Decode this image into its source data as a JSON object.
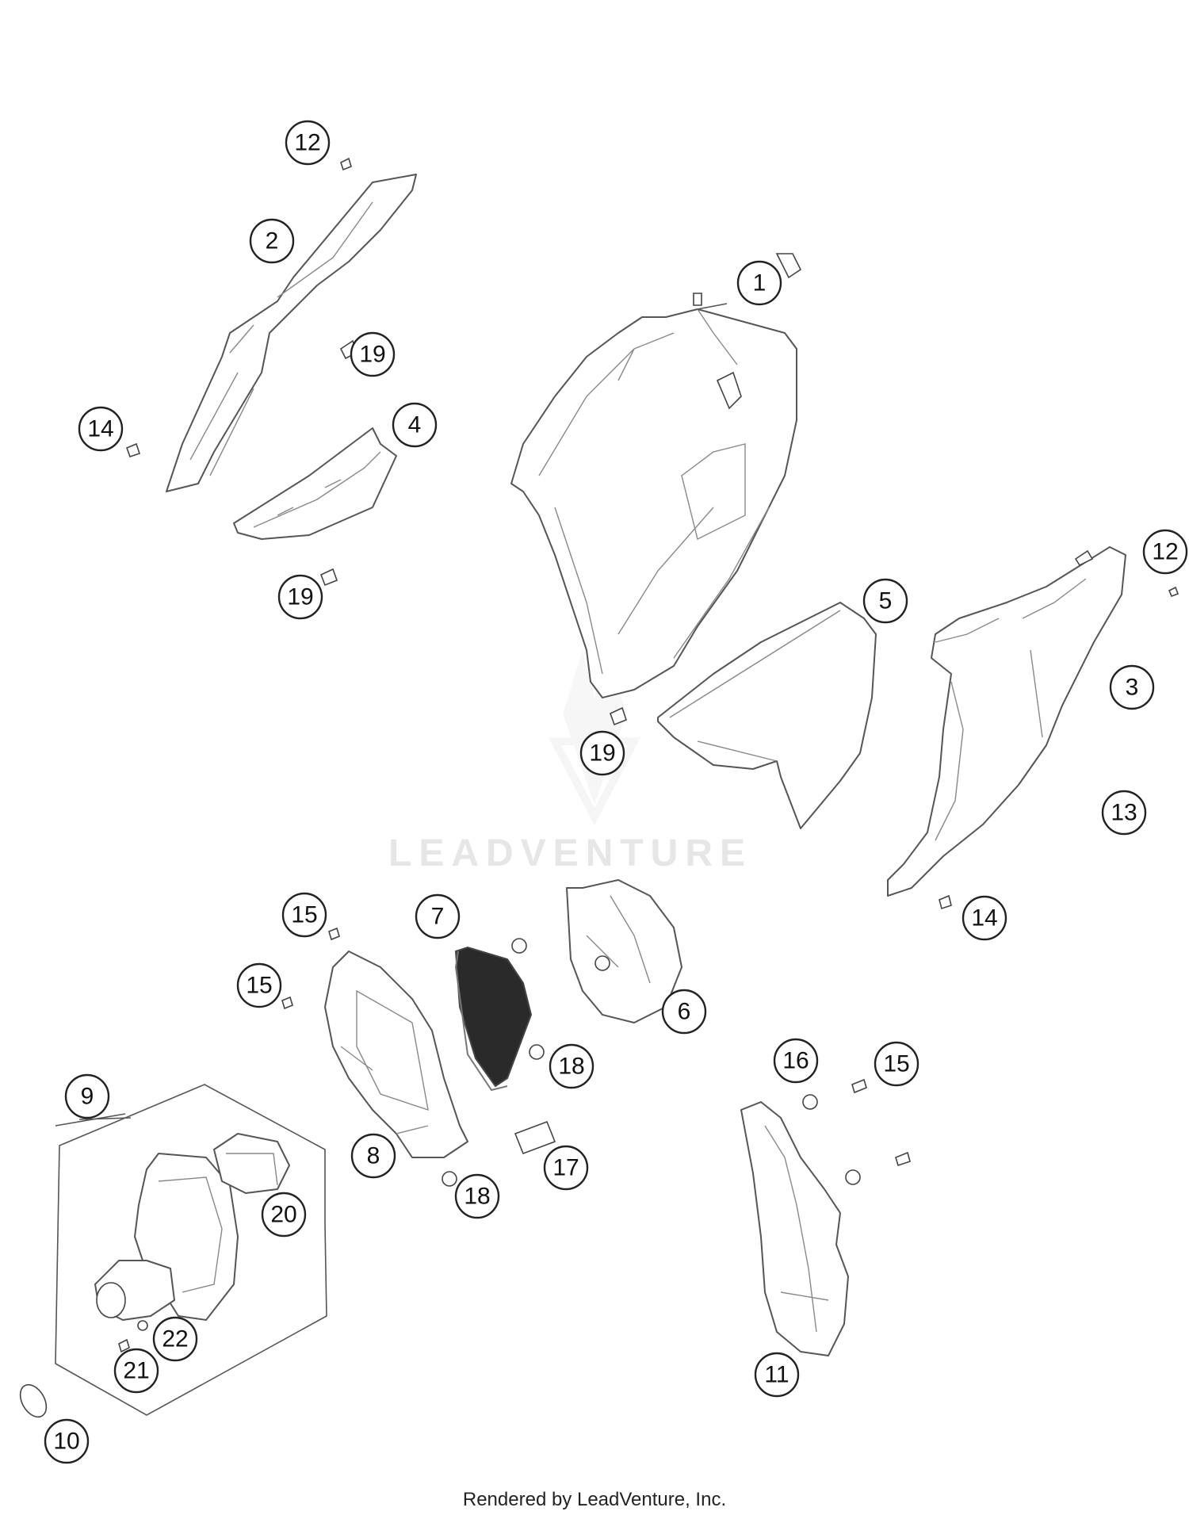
{
  "callouts": [
    "1",
    "2",
    "3",
    "4",
    "5",
    "6",
    "7",
    "8",
    "9",
    "10",
    "11",
    "12",
    "12",
    "13",
    "14",
    "14",
    "15",
    "15",
    "15",
    "16",
    "17",
    "18",
    "18",
    "19",
    "19",
    "19",
    "20",
    "21",
    "22"
  ],
  "watermark": "LEADVENTURE",
  "footer": "Rendered by LeadVenture, Inc."
}
